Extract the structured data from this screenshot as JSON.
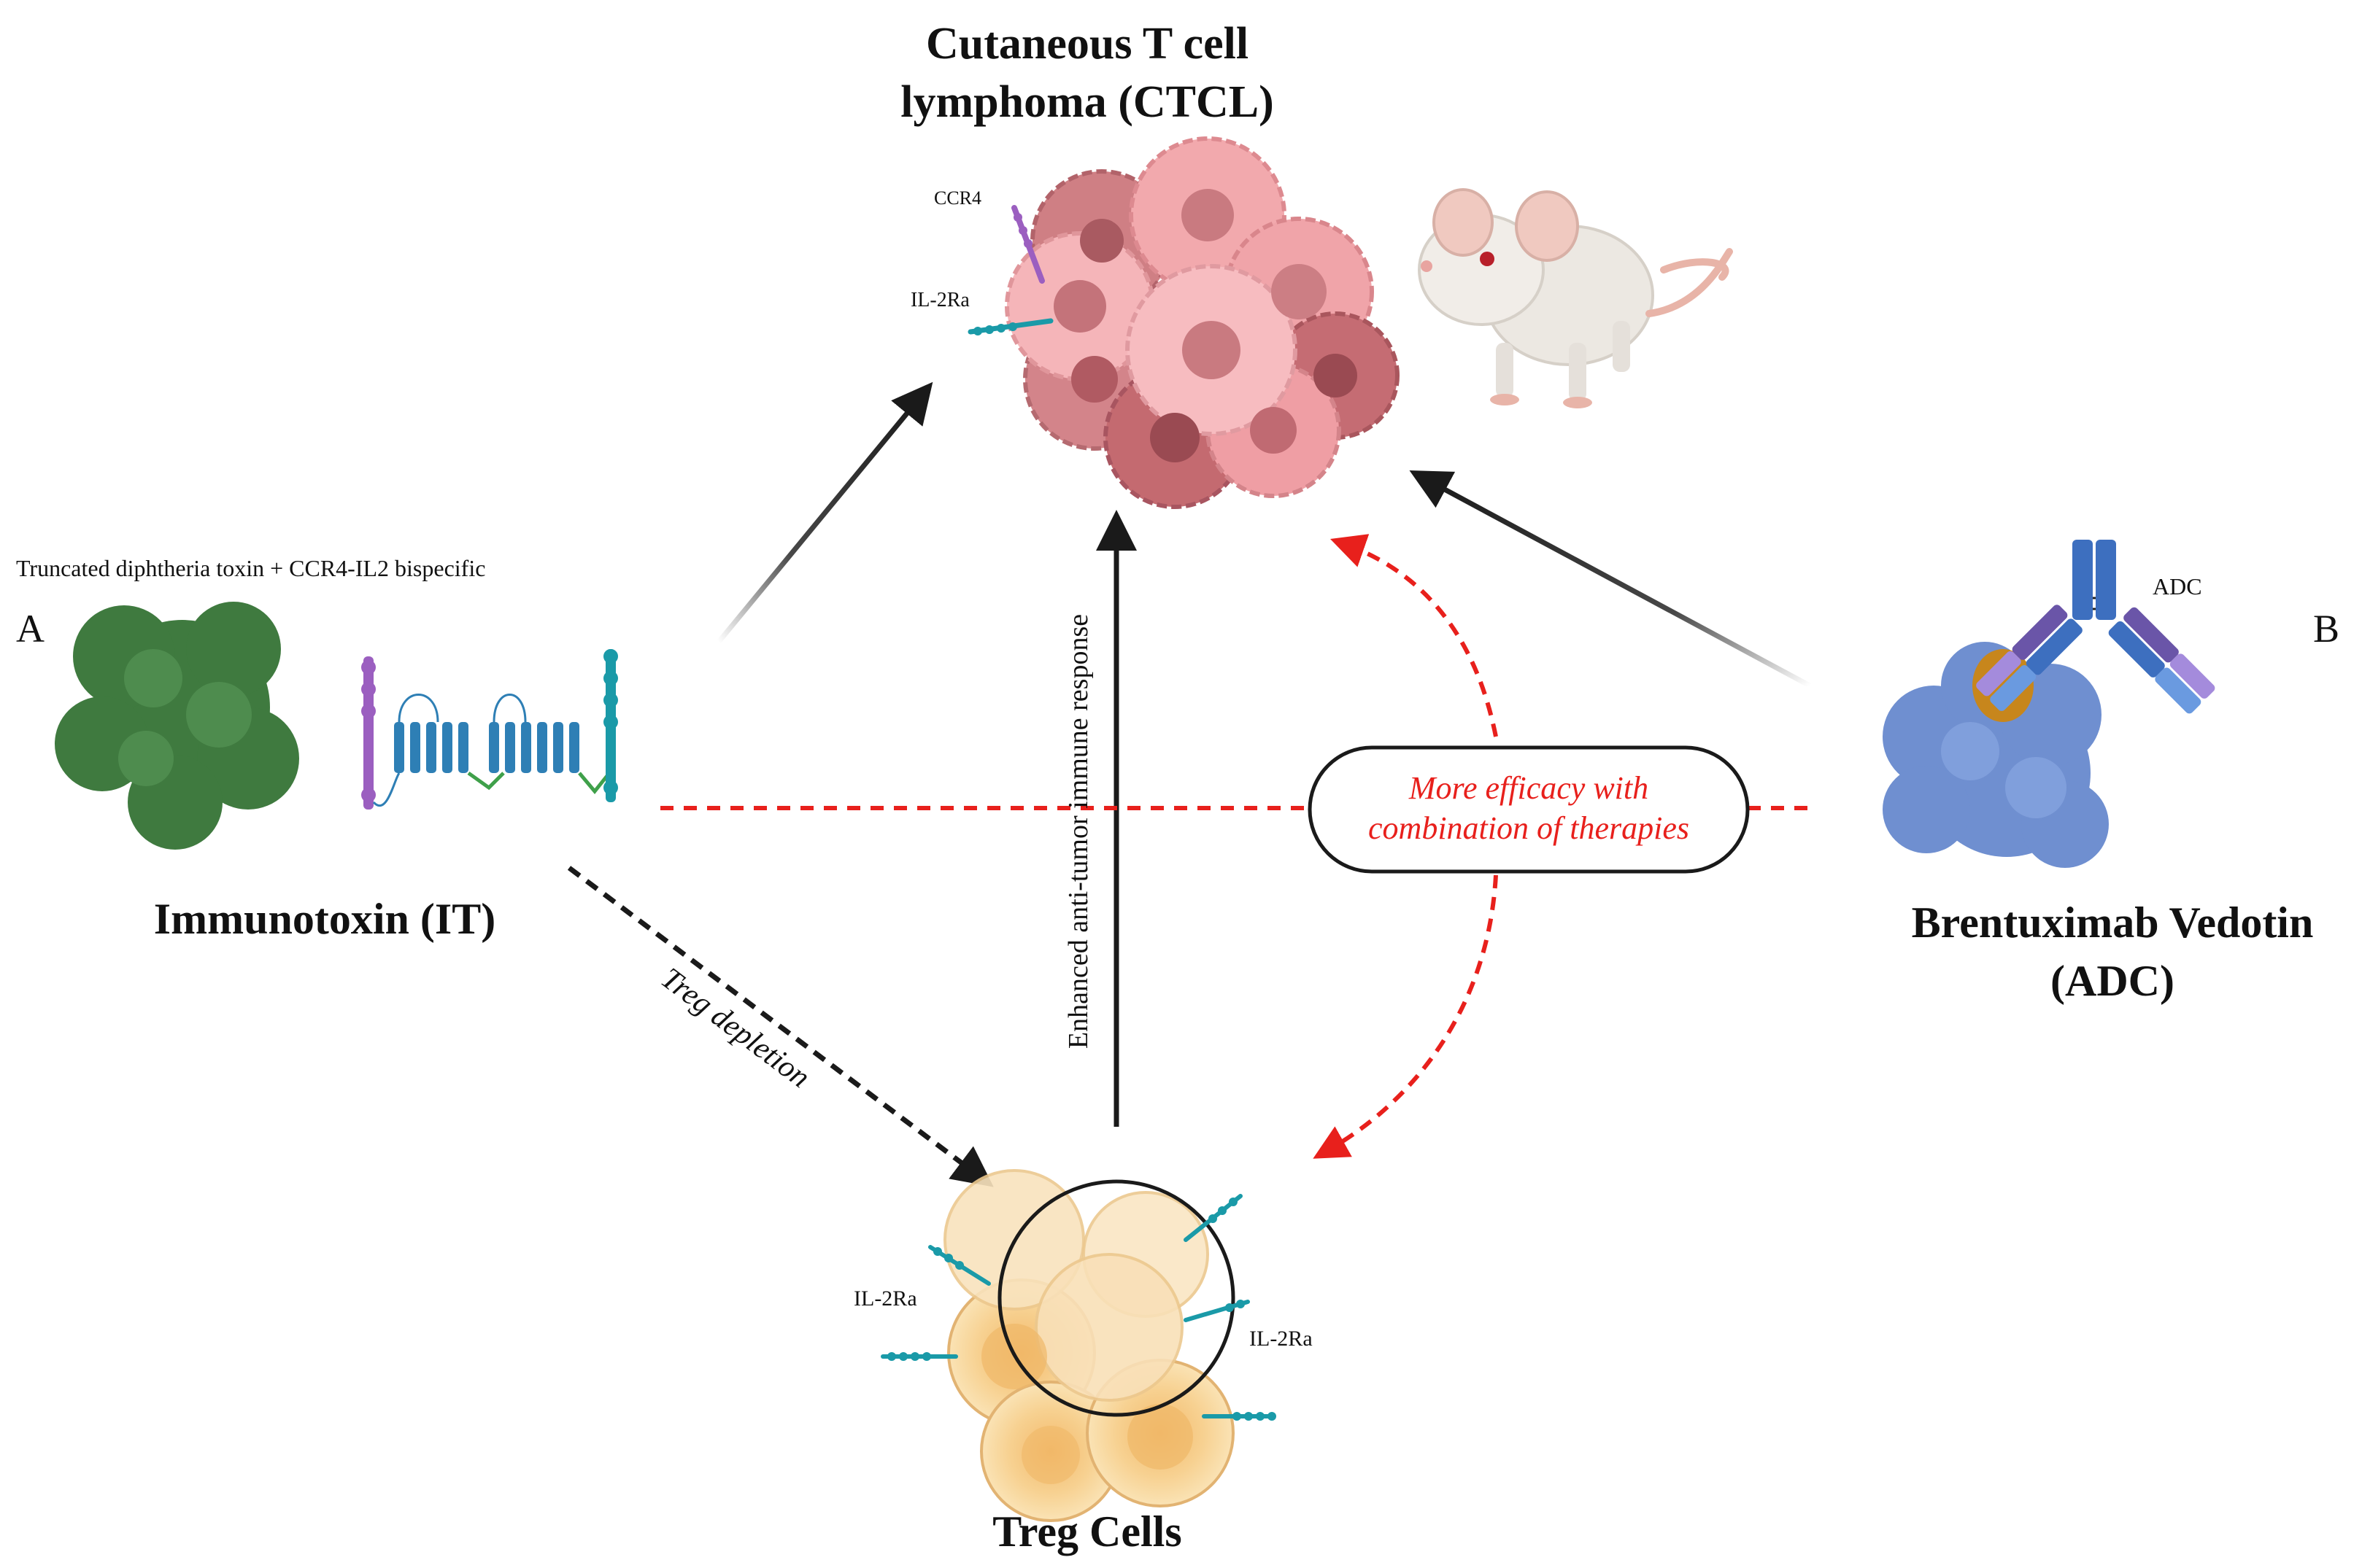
{
  "diagram": {
    "ctcl_title_line1": "Cutaneous T cell",
    "ctcl_title_line2": "lymphoma (CTCL)",
    "ccr4_label": "CCR4",
    "il2ra_top_label": "IL-2Ra",
    "it_description": "Truncated diphtheria toxin + CCR4-IL2 bispecific",
    "panel_a": "A",
    "panel_b": "B",
    "it_title": "Immunotoxin (IT)",
    "adc_label": "ADC",
    "adc_title_line1": "Brentuximab Vedotin",
    "adc_title_line2": "(ADC)",
    "efficacy_line1": "More efficacy with",
    "efficacy_line2": "combination of therapies",
    "vertical_arrow_label": "Enhanced anti-tumor immune response",
    "treg_arrow_label": "Treg depletion",
    "treg_il2ra_left": "IL-2Ra",
    "treg_il2ra_right": "IL-2Ra",
    "treg_title": "Treg Cells"
  },
  "colors": {
    "tumor_pink": "#f2a9ad",
    "tumor_dark": "#c46a70",
    "toxin_green": "#3f7a3f",
    "receptor_blue": "#2e7fb5",
    "ccr4_purple": "#9b5fc0",
    "il2_teal": "#1a9aa8",
    "adc_blue": "#6f8fd0",
    "treg_yellow": "#f7d79a",
    "red_dashed": "#e8201c",
    "mouse_body": "#ece8e2"
  }
}
